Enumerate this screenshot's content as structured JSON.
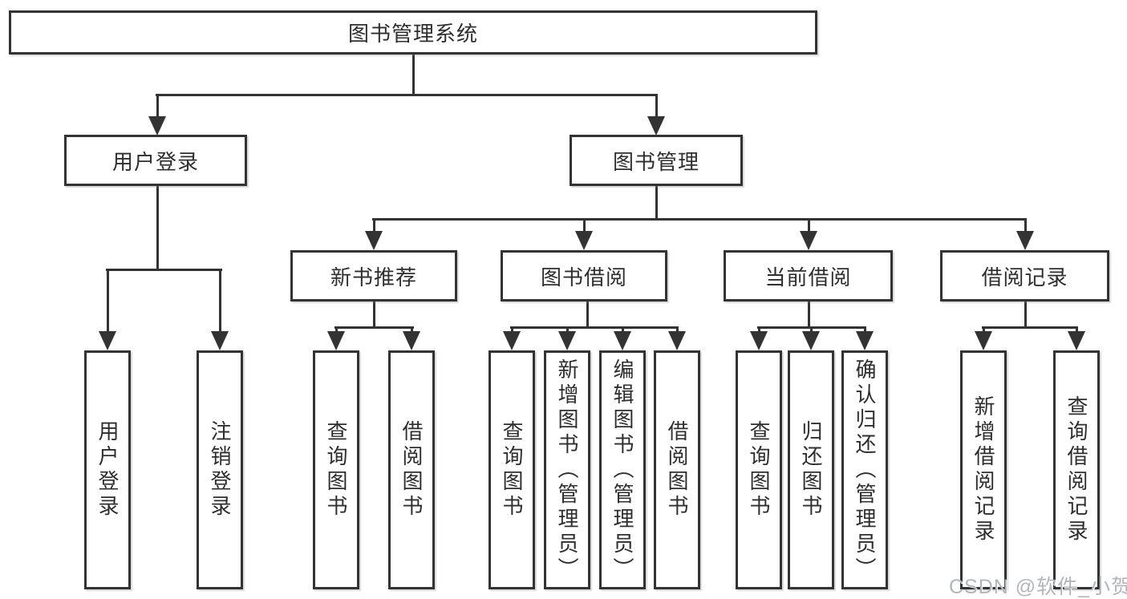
{
  "diagram": {
    "root": {
      "label": "图书管理系统"
    },
    "level2": [
      {
        "label": "用户登录"
      },
      {
        "label": "图书管理"
      }
    ],
    "level3": [
      {
        "label": "新书推荐"
      },
      {
        "label": "图书借阅"
      },
      {
        "label": "当前借阅"
      },
      {
        "label": "借阅记录"
      }
    ],
    "leaves": [
      {
        "label": "用户登录"
      },
      {
        "label": "注销登录"
      },
      {
        "label": "查询图书"
      },
      {
        "label": "借阅图书"
      },
      {
        "label": "查询图书"
      },
      {
        "label": "新增图书（管理员）"
      },
      {
        "label": "编辑图书（管理员）"
      },
      {
        "label": "借阅图书"
      },
      {
        "label": "查询图书"
      },
      {
        "label": "归还图书"
      },
      {
        "label": "确认归还（管理员）"
      },
      {
        "label": "新增借阅记录"
      },
      {
        "label": "查询借阅记录"
      }
    ],
    "line_color": "#333333",
    "background_color": "#ffffff"
  },
  "watermark": {
    "text": "CSDN @软件_小贺同学"
  }
}
